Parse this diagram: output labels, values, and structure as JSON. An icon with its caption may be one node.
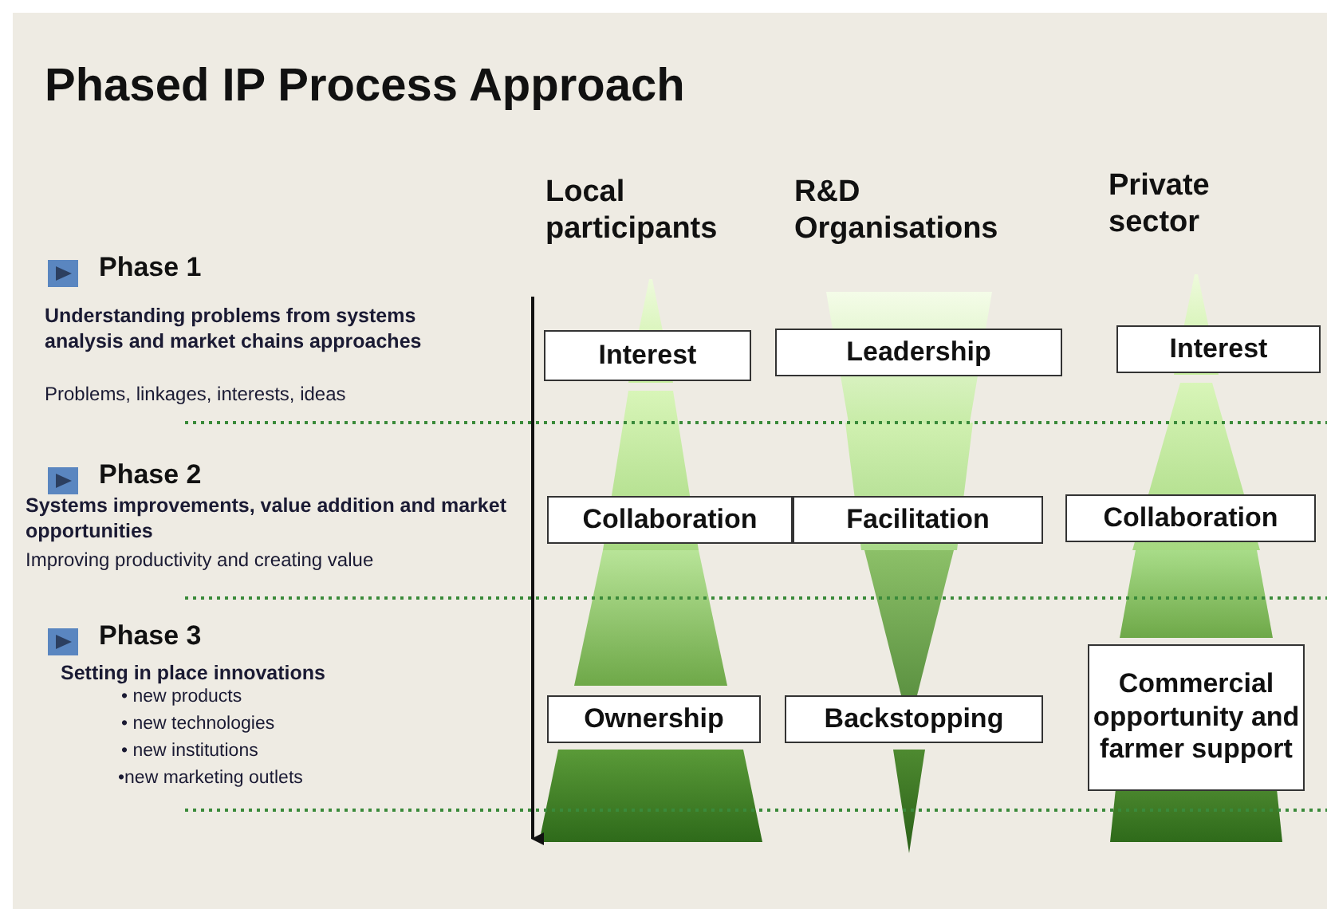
{
  "diagram": {
    "title": "Phased IP Process Approach",
    "nodes": [
      {
        "text": [
          "Interest"
        ]
      },
      {
        "text": [
          "Leadership"
        ]
      },
      {
        "text": [
          "Interest"
        ]
      },
      {
        "text": [
          "Collaboration"
        ]
      },
      {
        "text": [
          "Facilitation"
        ]
      },
      {
        "text": [
          "Collaboration"
        ]
      },
      {
        "text": [
          "Ownership"
        ]
      },
      {
        "text": [
          "Backstopping"
        ]
      },
      {
        "text": [
          "Commercial opportunity and farmer support"
        ]
      }
    ],
    "edges": [],
    "labels": [
      "Local participants",
      "R&D Organisations",
      "Private sector",
      "Phase 1",
      "Understanding  problems from systems analysis and market chains approaches",
      "Problems, linkages, interests, ideas",
      "Phase 2",
      "Systems improvements,  value addition and market opportunities",
      "Improving productivity and creating value",
      "Phase 3",
      "Setting in place innovations",
      "• new products",
      "• new technologies",
      "• new institutions",
      "•new marketing outlets"
    ]
  }
}
